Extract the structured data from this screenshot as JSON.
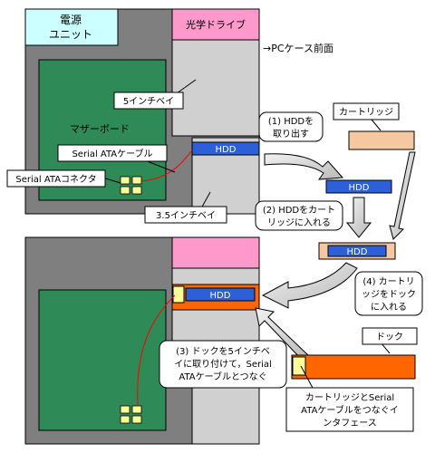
{
  "labels": {
    "power_unit_line1": "電源",
    "power_unit_line2": "ユニット",
    "optical_drive": "光学ドライブ",
    "pc_front": "→PCケース前面",
    "bay_5inch": "5インチベイ",
    "motherboard": "マザーボード",
    "sata_cable": "Serial ATAケーブル",
    "sata_connector": "Serial ATAコネクタ",
    "bay_35inch": "3.5インチベイ",
    "hdd": "HDD",
    "cartridge": "カートリッジ",
    "dock": "ドック"
  },
  "steps": {
    "step1_line1": "(1) HDDを",
    "step1_line2": "取り出す",
    "step2_line1": "(2) HDDをカート",
    "step2_line2": "リッジに入れる",
    "step3_line1": "(3) ドックを5インチベ",
    "step3_line2": "イに取り付けて，Serial",
    "step3_line3": "ATAケーブルとつなぐ",
    "step4_line1": "(4) カートリ",
    "step4_line2": "ッジをドック",
    "step4_line3": "に入れる",
    "interface_line1": "カートリッジとSerial",
    "interface_line2": "ATAケーブルをつなぐイ",
    "interface_line3": "ンタフェース"
  },
  "colors": {
    "case": "#7f7f7f",
    "motherboard": "#2e8b57",
    "power_unit": "#ccffff",
    "optical_drive": "#ff99cc",
    "bay": "#d0d0d0",
    "hdd": "#2d5fd8",
    "cartridge": "#f6c8a0",
    "dock": "#ff6600",
    "connector": "#ffff99",
    "cable": "#ff0000",
    "arrow": "#d6d6d6"
  }
}
